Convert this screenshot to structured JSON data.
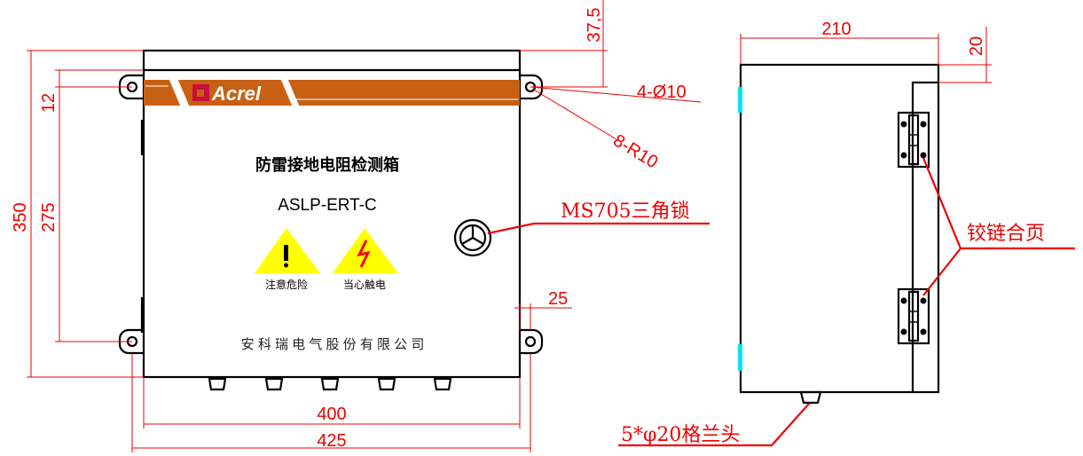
{
  "front_view": {
    "brand": "Acrel",
    "product_name": "防雷接地电阻检测箱",
    "model": "ASLP-ERT-C",
    "warning_1": "注意危险",
    "warning_2": "当心触电",
    "company": "安 科 瑞 电 气 股 份 有 限 公 司",
    "band_color": "#c86014",
    "sign_color": "#ffff00"
  },
  "dimensions": {
    "height_total": "350",
    "height_mount": "275",
    "offset_12": "12",
    "offset_37_5": "37,5",
    "holes": "4-Ø10",
    "radius": "8-R10",
    "width_400": "400",
    "width_425": "425",
    "ear_25": "25",
    "depth_210": "210",
    "offset_20": "20"
  },
  "annotations": {
    "lock": "MS705三角锁",
    "hinge": "铰链合页",
    "gland": "5*φ20格兰头"
  }
}
